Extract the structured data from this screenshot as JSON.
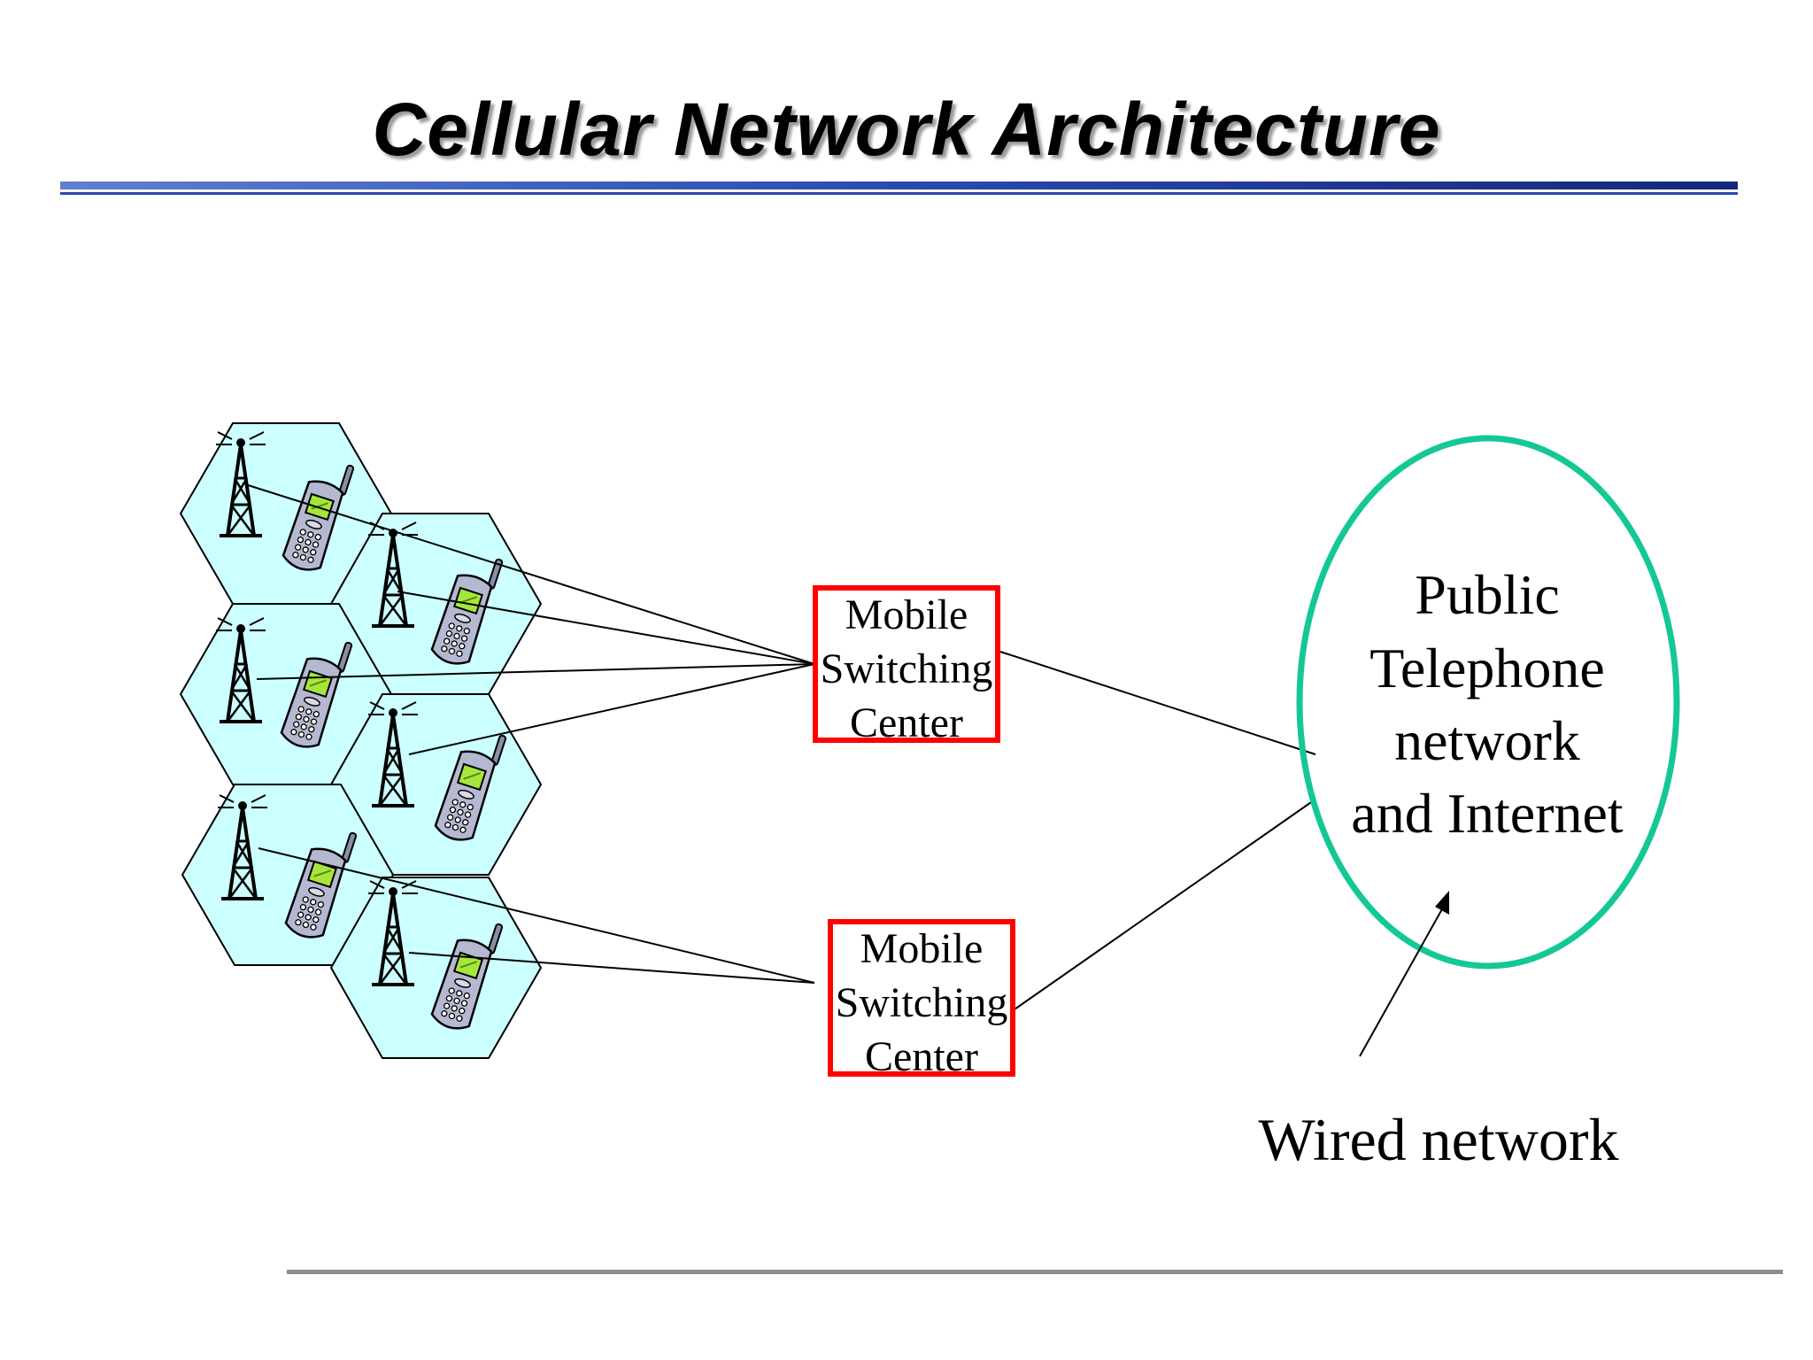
{
  "title": "Cellular Network Architecture",
  "msc": {
    "top": [
      "Mobile",
      "Switching",
      "Center"
    ],
    "bottom": [
      "Mobile",
      "Switching",
      "Center"
    ]
  },
  "cloud": [
    "Public",
    "Telephone",
    "network",
    "and Internet"
  ],
  "caption": "Wired network",
  "colors": {
    "cell_fill": "#ccffff",
    "msc_border": "#ff0000",
    "cloud_border": "#14c896",
    "title_rule": "#1f3f9f",
    "footer_rule": "#8c8c8c"
  }
}
